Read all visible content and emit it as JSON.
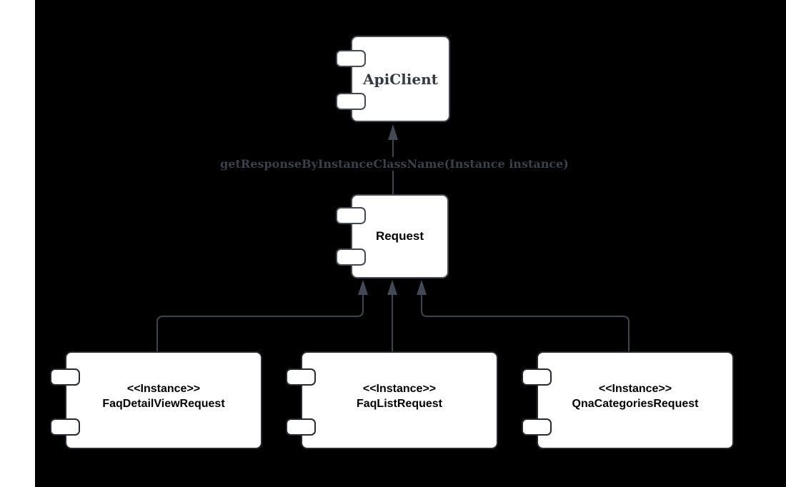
{
  "diagram_type": "uml-component-diagram",
  "colors": {
    "background": "#000000",
    "margin_strip": "#ffffff",
    "node_fill": "#ffffff",
    "top_node_border": "#424a58",
    "instance_node_border": "#262b33",
    "connector": "#3e4550",
    "arrowhead": "#424a58",
    "edge_label_text": "#3a414c",
    "api_client_text": "#333a46",
    "node_text": "#000000"
  },
  "nodes": {
    "api_client": {
      "label": "ApiClient"
    },
    "request": {
      "label": "Request"
    },
    "faq_detail_view_request": {
      "stereotype": "<<Instance>>",
      "label": "FaqDetailViewRequest"
    },
    "faq_list_request": {
      "stereotype": "<<Instance>>",
      "label": "FaqListRequest"
    },
    "qna_categories_request": {
      "stereotype": "<<Instance>>",
      "label": "QnaCategoriesRequest"
    }
  },
  "edges": [
    {
      "from": "Request",
      "to": "ApiClient",
      "label": "getResponseByInstanceClassName(Instance instance)",
      "style": "arrow"
    },
    {
      "from": "FaqDetailViewRequest",
      "to": "Request",
      "label": "",
      "style": "arrow"
    },
    {
      "from": "FaqListRequest",
      "to": "Request",
      "label": "",
      "style": "arrow"
    },
    {
      "from": "QnaCategoriesRequest",
      "to": "Request",
      "label": "",
      "style": "arrow"
    }
  ]
}
